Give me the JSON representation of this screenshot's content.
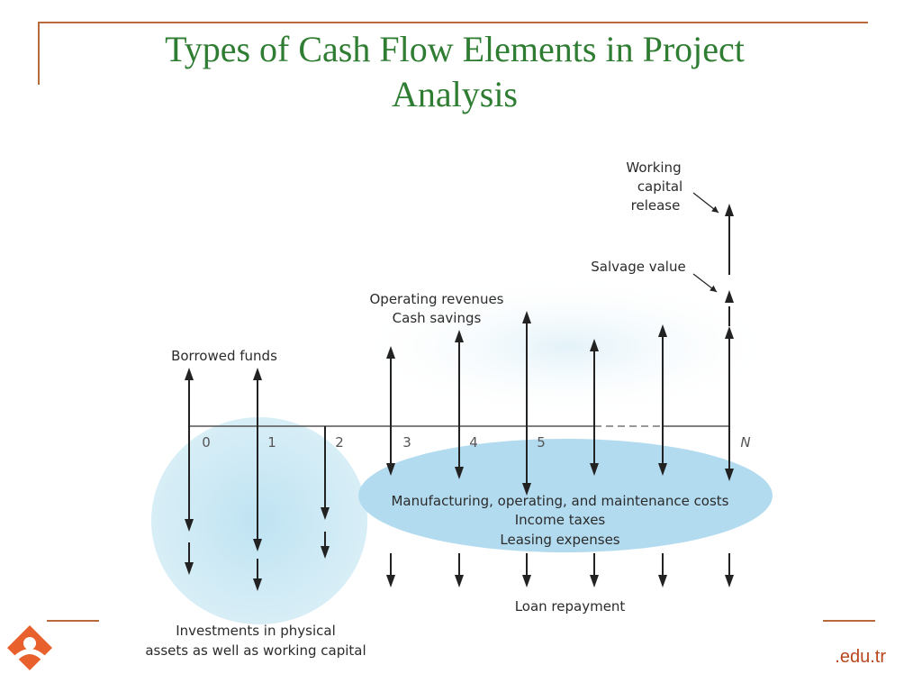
{
  "title": {
    "line1": "Types of Cash Flow Elements in Project",
    "line2": "Analysis"
  },
  "footer": {
    "text": ".edu.tr"
  },
  "diagram": {
    "periods": [
      "0",
      "1",
      "2",
      "3",
      "4",
      "5",
      "N"
    ],
    "labels": {
      "working_capital": [
        "Working",
        "capital",
        "release"
      ],
      "salvage_value": "Salvage value",
      "operating": [
        "Operating revenues",
        "Cash savings"
      ],
      "borrowed_funds": "Borrowed funds",
      "costs": [
        "Manufacturing, operating, and maintenance costs",
        "Income taxes",
        "Leasing expenses"
      ],
      "loan_repayment": "Loan repayment",
      "investments": [
        "Investments in physical",
        "assets as well as working capital"
      ]
    }
  },
  "colors": {
    "title": "#2f7d32",
    "frame": "#b86a3c",
    "bubble": "#bfe3f2",
    "footer": "#b8461d"
  }
}
